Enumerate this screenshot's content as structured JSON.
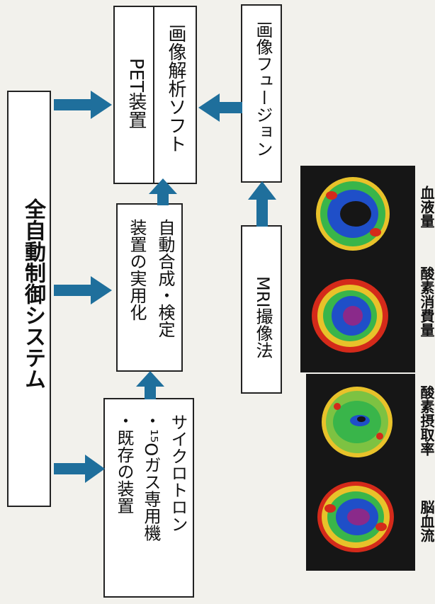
{
  "boxes": {
    "system": "全自動制御システム",
    "cyclotron": "サイクロトロン",
    "gas_machine": "・¹⁵Oガス専用機",
    "existing": "・既存の装置",
    "auto_synth_1": "自動合成・検定",
    "auto_synth_2": "装置の実用化",
    "pet": "PET装置",
    "analysis": "画像解析ソフト",
    "fusion": "画像フュージョン",
    "mri": "MRI撮像法"
  },
  "captions": {
    "cbf": "脳血流",
    "oef": "酸素摂取率",
    "cmro2": "酸素消費量",
    "cbv": "血液量"
  },
  "colors": {
    "arrow": "#1f6f9c",
    "scan_red": "#d42a1a",
    "scan_blue": "#1f4fc8",
    "scan_green": "#39b54a"
  }
}
